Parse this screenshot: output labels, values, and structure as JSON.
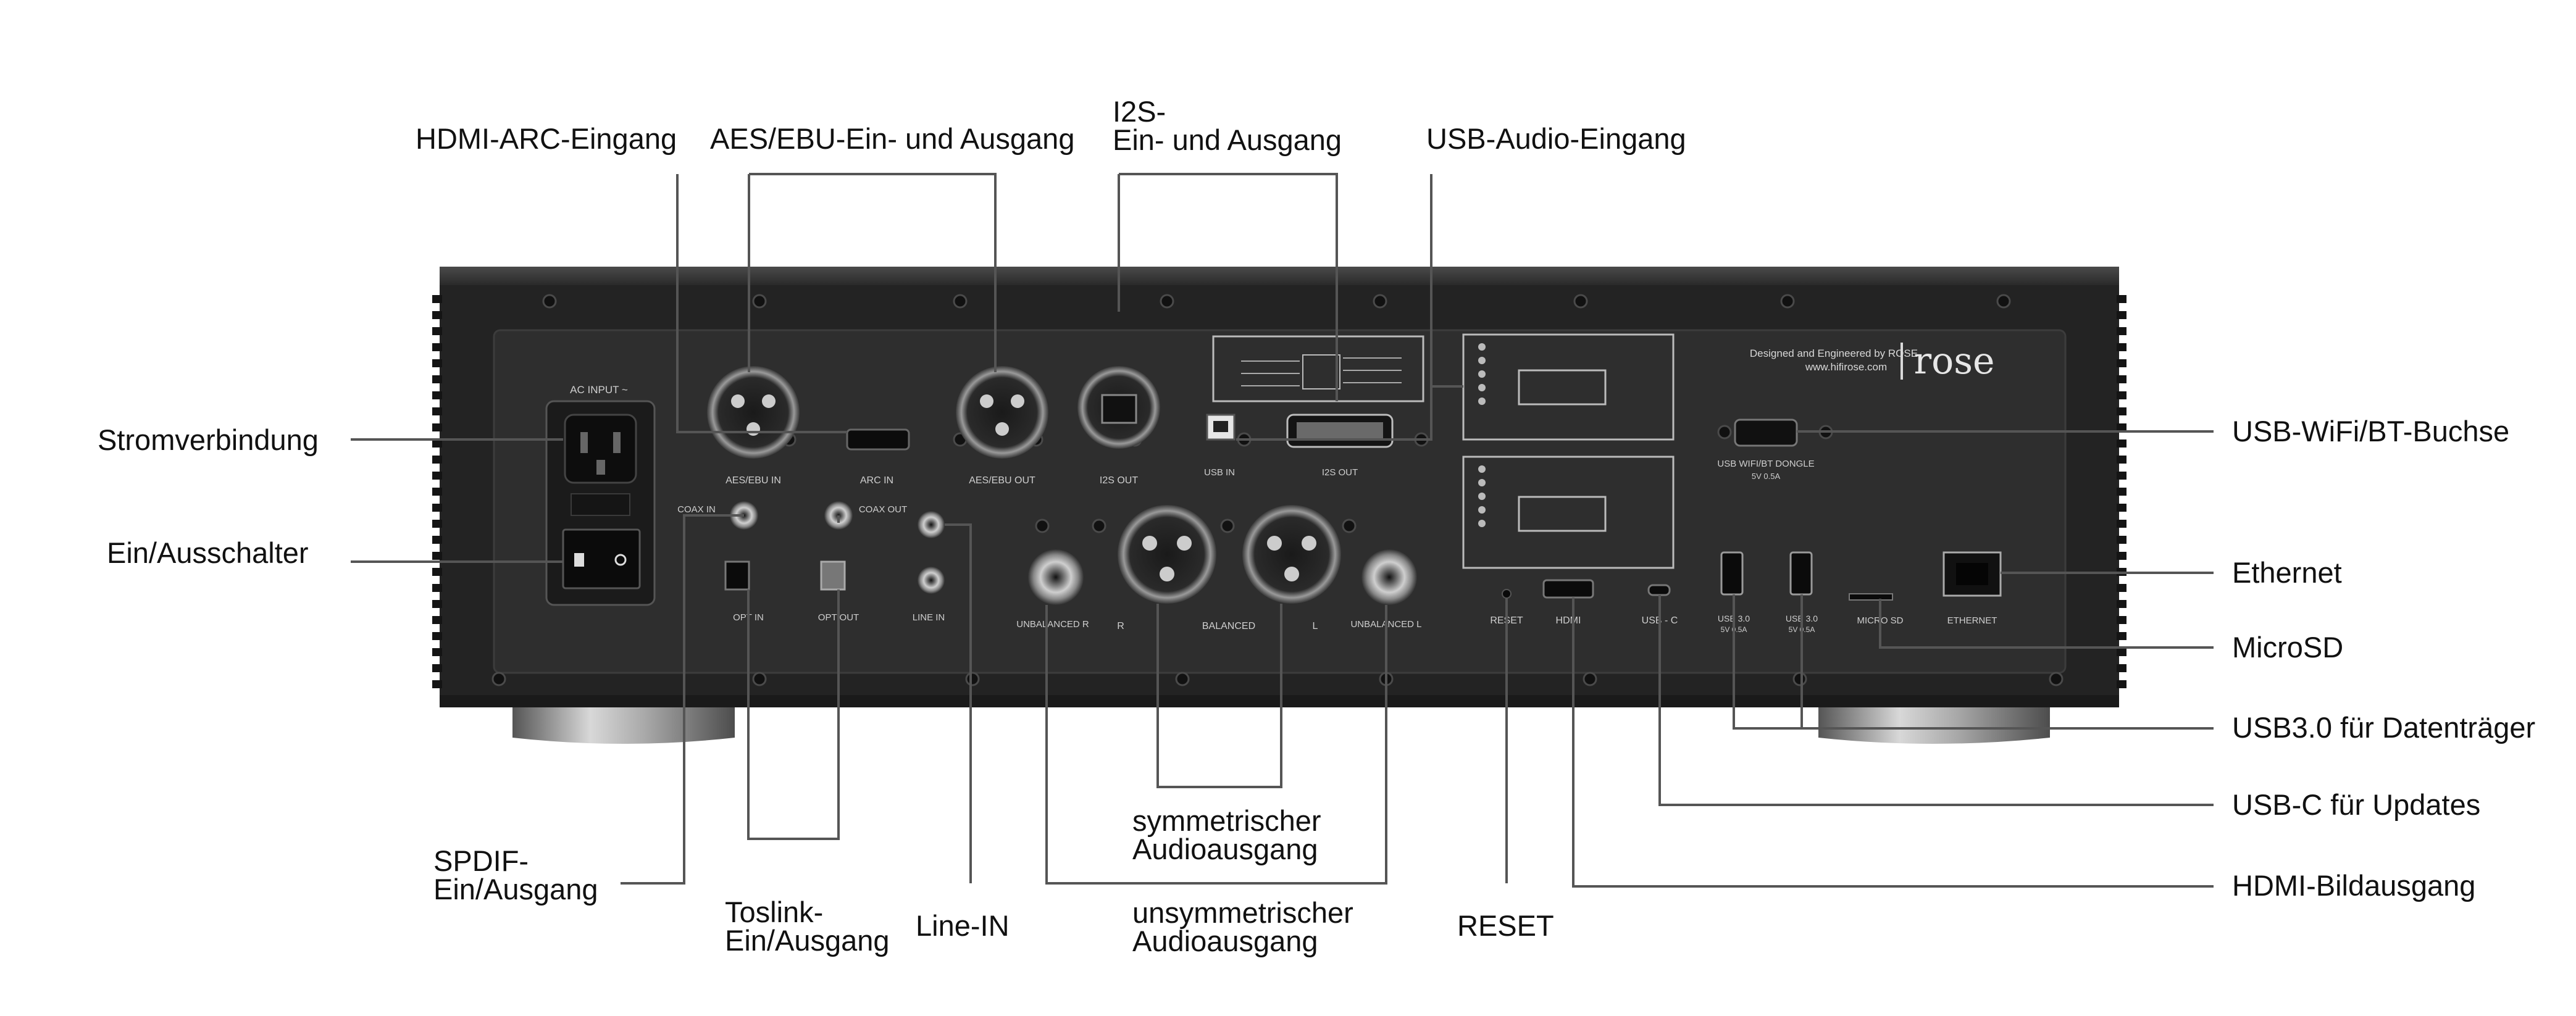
{
  "device": {
    "panel_text": {
      "ac_input": "AC INPUT ~",
      "aes_in": "AES/EBU IN",
      "arc_in": "ARC IN",
      "aes_out": "AES/EBU OUT",
      "i2s_out_a": "I2S OUT",
      "usb_in": "USB IN",
      "i2s_out_b": "I2S OUT",
      "coax_in": "COAX IN",
      "coax_out": "COAX OUT",
      "opt_in": "OPT IN",
      "opt_out": "OPT OUT",
      "line_in": "LINE IN",
      "unbalanced_r": "UNBALANCED R",
      "balanced_r": "R",
      "balanced": "BALANCED",
      "balanced_l": "L",
      "unbalanced_l": "UNBALANCED L",
      "reset": "RESET",
      "hdmi": "HDMI",
      "usb_c": "USB - C",
      "usb30_a": "USB 3.0",
      "usb30_b": "USB 3.0",
      "usb_spec_a": "5V 0.5A",
      "usb_spec_b": "5V 0.5A",
      "microsd": "MICRO SD",
      "ethernet": "ETHERNET",
      "dongle": "USB WIFI/BT DONGLE",
      "dongle_spec": "5V 0.5A",
      "designed": "Designed and Engineered by ROSE",
      "website": "www.hifirose.com",
      "brand": "rose"
    }
  },
  "labels": {
    "hdmi_arc": "HDMI-ARC-Eingang",
    "aes_ebu": "AES/EBU-Ein- und Ausgang",
    "i2s_line1": "I2S-",
    "i2s_line2": "Ein- und Ausgang",
    "usb_audio": "USB-Audio-Eingang",
    "power": "Stromverbindung",
    "switch": "Ein/Ausschalter",
    "usb_wifi": "USB-WiFi/BT-Buchse",
    "ethernet": "Ethernet",
    "microsd": "MicroSD",
    "usb30": "USB3.0 für Datenträger",
    "usbc": "USB-C für Updates",
    "hdmi_out": "HDMI-Bildausgang",
    "spdif_line1": "SPDIF-",
    "spdif_line2": "Ein/Ausgang",
    "toslink_line1": "Toslink-",
    "toslink_line2": "Ein/Ausgang",
    "line_in": "Line-IN",
    "sym_line1": "symmetrischer",
    "sym_line2": "Audioausgang",
    "unsym_line1": "unsymmetrischer",
    "unsym_line2": "Audioausgang",
    "reset": "RESET"
  }
}
